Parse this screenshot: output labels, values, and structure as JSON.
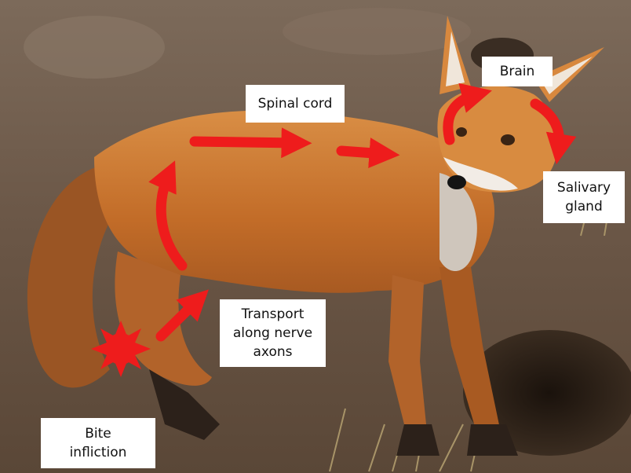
{
  "labels": {
    "spinal_cord": "Spinal cord",
    "brain": "Brain",
    "salivary_gland": "Salivary\ngland",
    "transport": "Transport\nalong nerve\naxons",
    "bite": "Bite\ninfliction"
  },
  "colors": {
    "arrow": "#ee1c1c",
    "fox_fur": "#c8732c",
    "ground": "#6e5a48",
    "label_bg": "#ffffff"
  }
}
